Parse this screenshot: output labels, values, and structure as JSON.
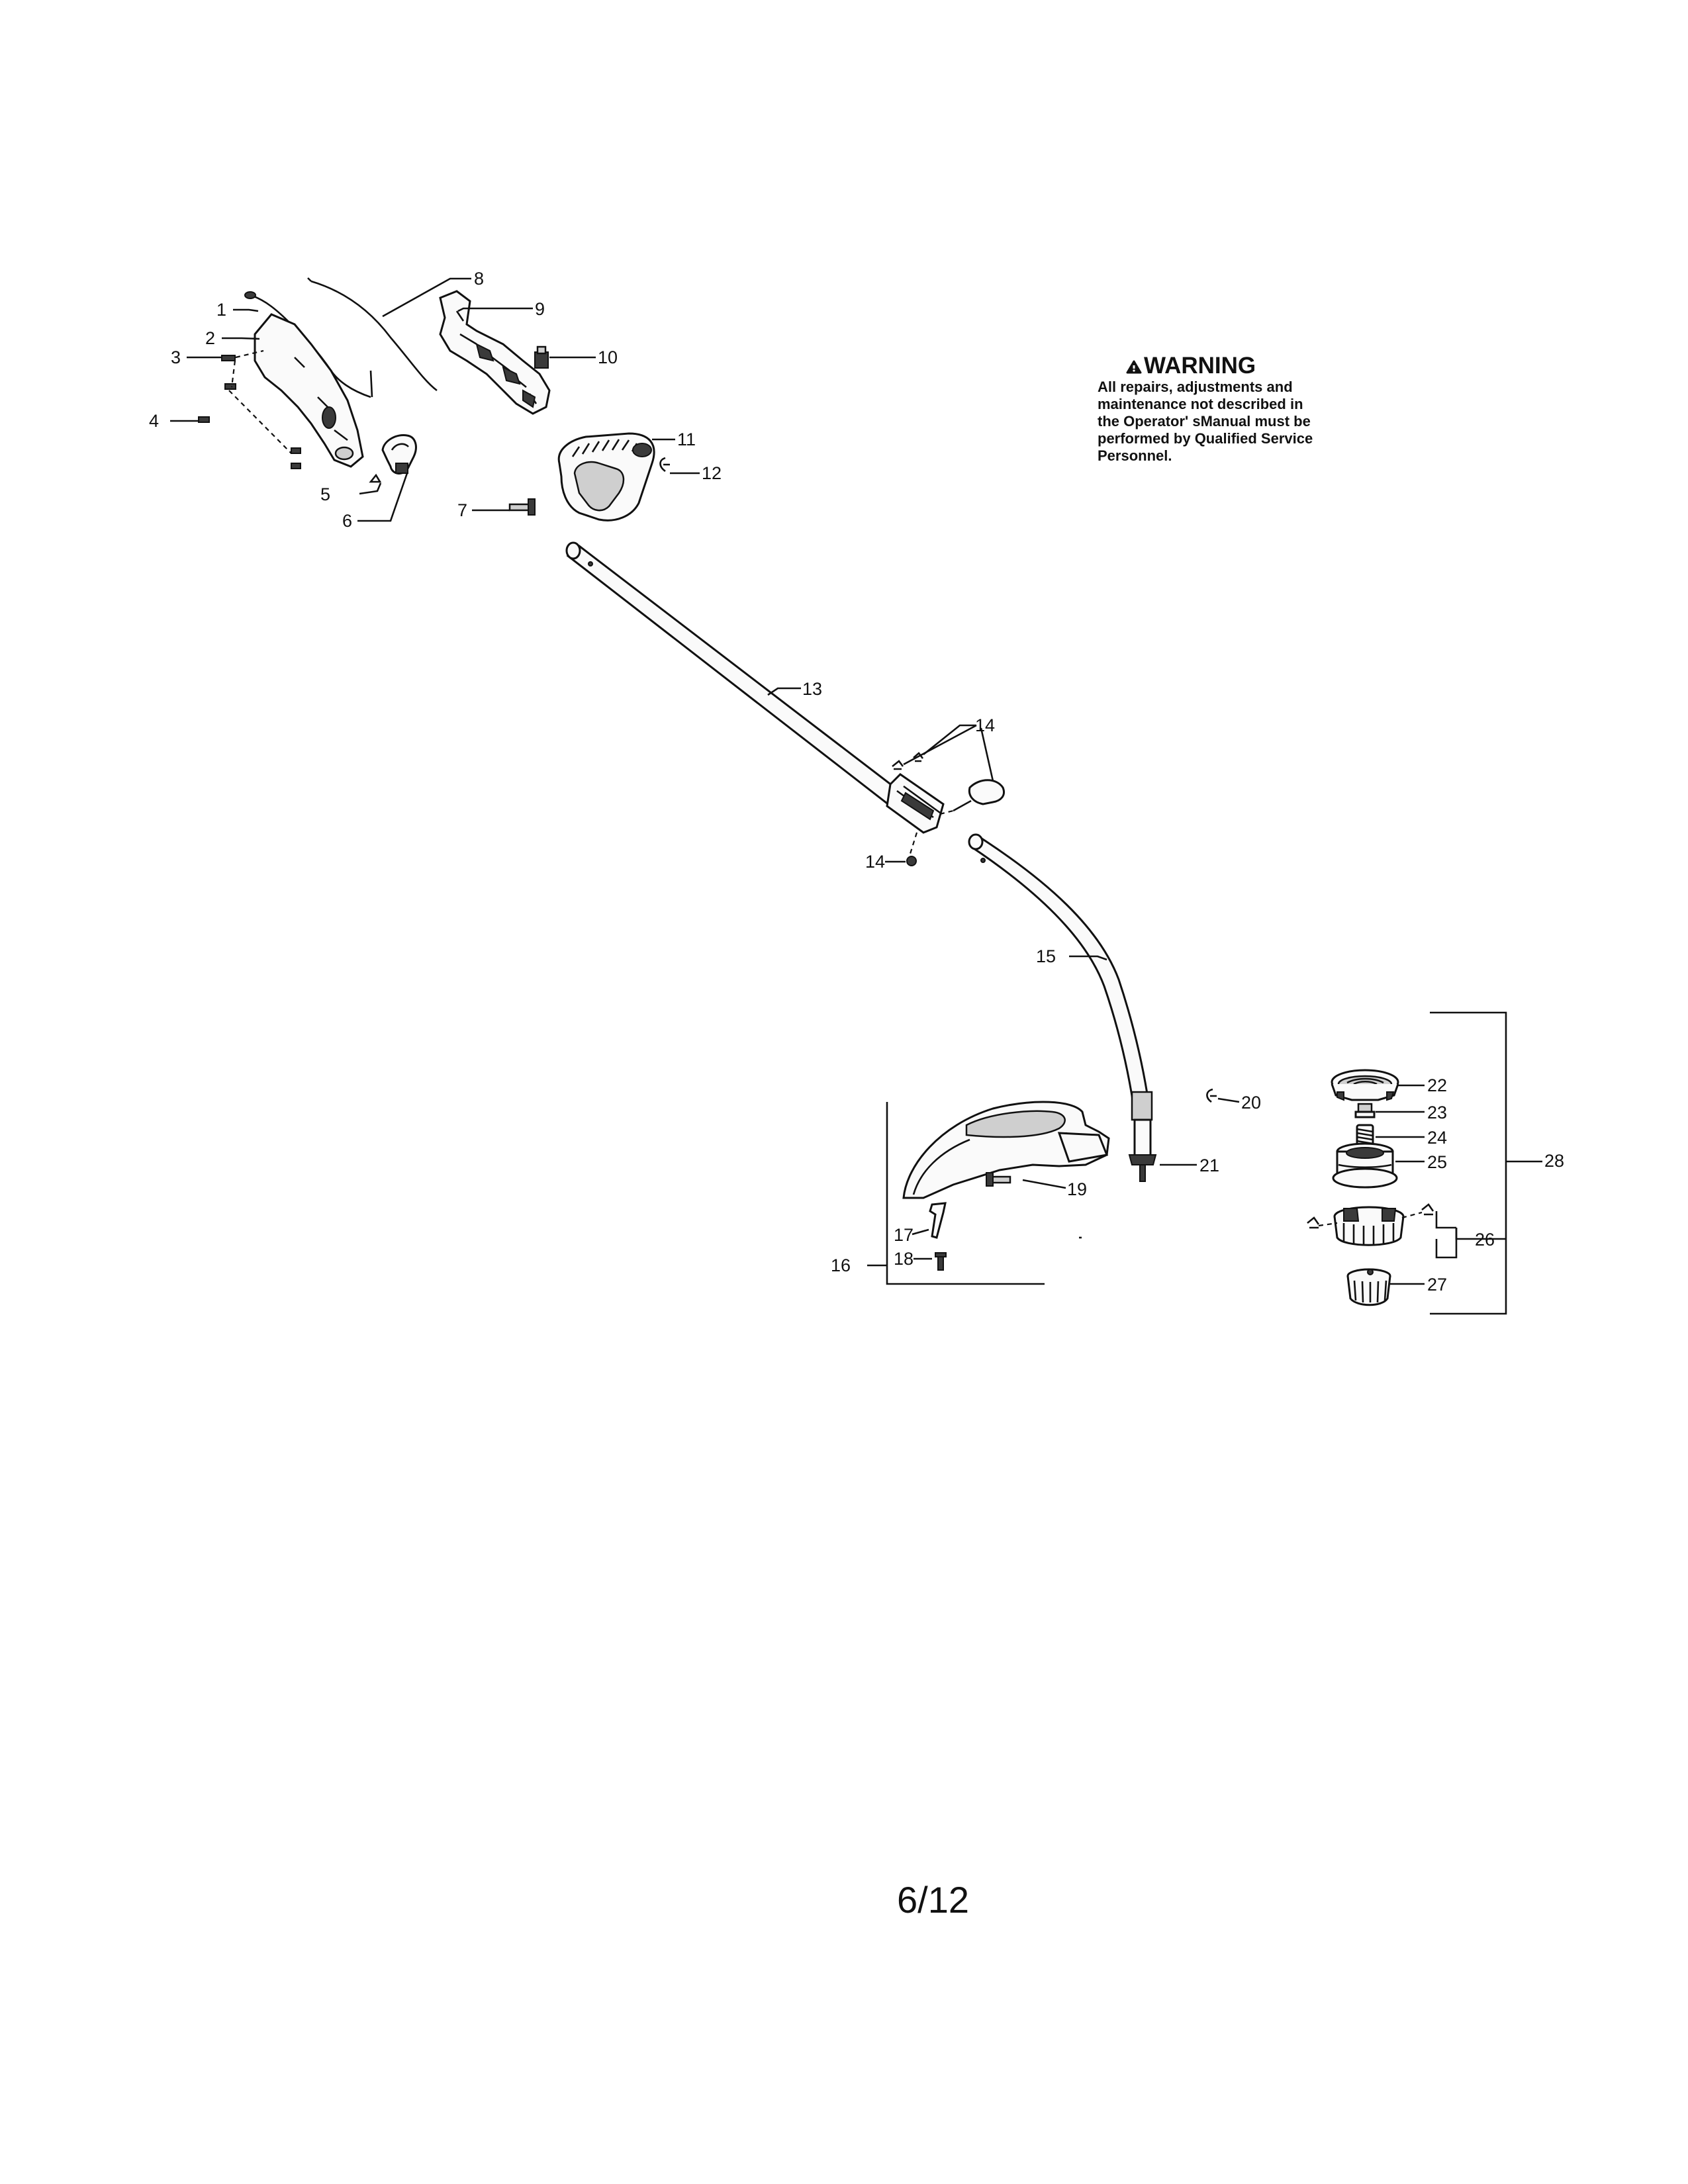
{
  "warning": {
    "title": "WARNING",
    "lines": [
      "All repairs, adjustments and",
      "maintenance not described in",
      "the Operator' sManual must be",
      "performed by Qualified Service",
      "Personnel."
    ]
  },
  "callouts": {
    "c1": "1",
    "c2": "2",
    "c3": "3",
    "c4": "4",
    "c5": "5",
    "c6": "6",
    "c7": "7",
    "c8": "8",
    "c9": "9",
    "c10": "10",
    "c11": "11",
    "c12": "12",
    "c13": "13",
    "c14a": "14",
    "c14b": "14",
    "c15": "15",
    "c16": "16",
    "c17": "17",
    "c18": "18",
    "c19": "19",
    "c20": "20",
    "c21": "21",
    "c22": "22",
    "c23": "23",
    "c24": "24",
    "c25": "25",
    "c26": "26",
    "c27": "27",
    "c28": "28"
  },
  "page_number": "6/12"
}
